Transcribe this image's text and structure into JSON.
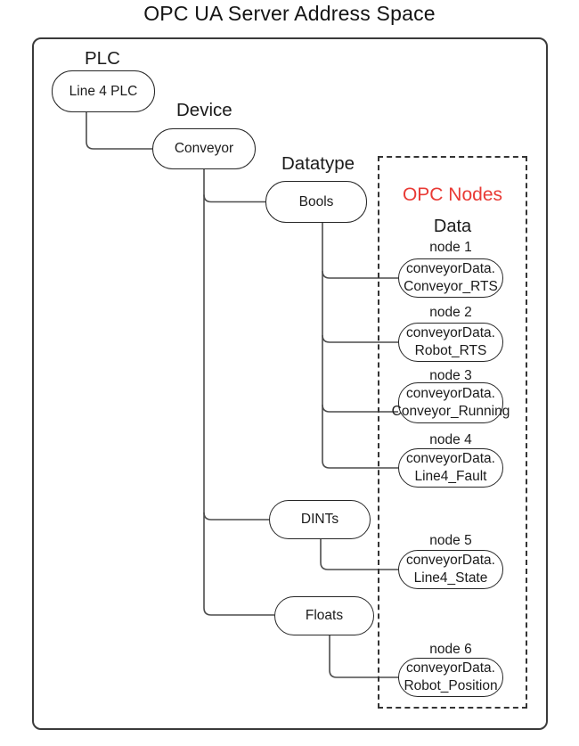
{
  "title": "OPC UA Server Address Space",
  "tree": {
    "plc_group_label": "PLC",
    "plc_node": "Line 4 PLC",
    "device_group_label": "Device",
    "device_node": "Conveyor",
    "datatype_group_label": "Datatype",
    "datatype_nodes": {
      "bools": "Bools",
      "dints": "DINTs",
      "floats": "Floats"
    }
  },
  "opc": {
    "title": "OPC Nodes",
    "title_color": "#e93a35",
    "subtitle": "Data",
    "nodes": [
      {
        "label": "node 1",
        "line1": "conveyorData.",
        "line2": "Conveyor_RTS"
      },
      {
        "label": "node 2",
        "line1": "conveyorData.",
        "line2": "Robot_RTS"
      },
      {
        "label": "node 3",
        "line1": "conveyorData.",
        "line2": "Conveyor_Running"
      },
      {
        "label": "node 4",
        "line1": "conveyorData.",
        "line2": "Line4_Fault"
      },
      {
        "label": "node 5",
        "line1": "conveyorData.",
        "line2": "Line4_State"
      },
      {
        "label": "node 6",
        "line1": "conveyorData.",
        "line2": "Robot_Position"
      }
    ]
  }
}
